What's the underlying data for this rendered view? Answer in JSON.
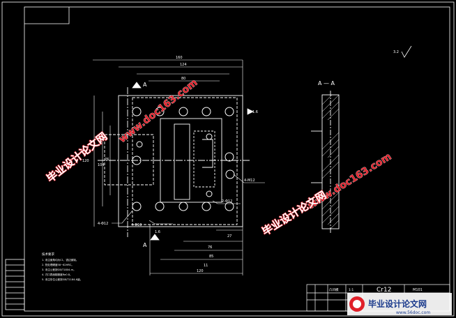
{
  "view": {
    "section_label": "A — A",
    "dims_top": [
      "160",
      "124",
      "80"
    ],
    "dims_bottom": [
      "27",
      "76",
      "85",
      "11",
      "120"
    ],
    "dims_left": [
      "120",
      "104",
      "76"
    ],
    "section_marks": [
      "A",
      "A"
    ],
    "roughness": "3.2",
    "callouts": [
      "4-Φ12",
      "4-Φ10",
      "4-M12",
      "2-Φ12"
    ],
    "mark_right": "1.6",
    "mark_left": "1.6"
  },
  "tech_requirements": {
    "heading": "技术要求",
    "items": [
      "1. 未注倒角均为C1，锐边倒钝。",
      "2. 热处理硬度58~62HRC。",
      "3. 未注公差按GB/T1804-m。",
      "4. 刃口表面粗糙度Ra0.8。",
      "5. 未注形位公差按GB/T1184-K级。"
    ]
  },
  "title_block": {
    "part_name": "凸凹模",
    "material": "Cr12",
    "drawing_no": "M101",
    "scale": "1:1"
  },
  "watermarks": {
    "site_a": "www.doc163.com",
    "brand": "毕业设计论文网",
    "logo_text": "毕业设计论文网",
    "logo_url": "www.56doc.com"
  },
  "colors": {
    "background": "#000000",
    "line": "#ffffff",
    "watermark_red": "#e0202a",
    "logo_blue": "#1a3a8c"
  }
}
